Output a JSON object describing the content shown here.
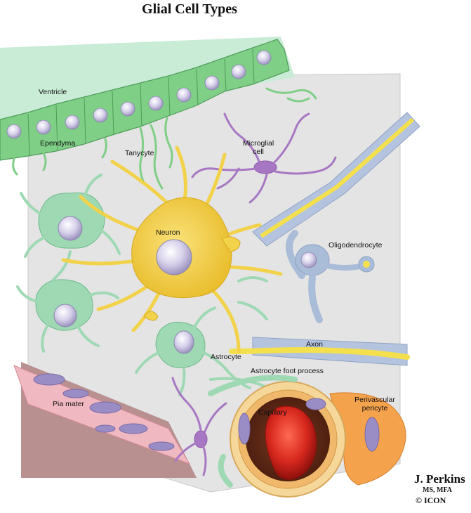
{
  "title": "Glial Cell Types",
  "labels": {
    "ventricle": "Ventricle",
    "ependyma": "Ependyma",
    "tanycyte": "Tanycyte",
    "microglial_line1": "Microglial",
    "microglial_line2": "cell",
    "neuron": "Neuron",
    "oligodendrocyte": "Oligodendrocyte",
    "axon": "Axon",
    "astrocyte": "Astrocyte",
    "astrocyte_foot": "Astrocyte foot process",
    "pia_mater": "Pia mater",
    "capillary": "Capillary",
    "pericyte_line1": "Perivascular",
    "pericyte_line2": "pericyte"
  },
  "credit": {
    "name": "J. Perkins",
    "degrees": "MS, MFA",
    "mark": "© ICON"
  },
  "colors": {
    "background_block": "#e4e4e4",
    "ventricle": "#c8ecd6",
    "ependyma": "#7fcf86",
    "astrocyte": "#9fd9b4",
    "neuron": "#f2d24a",
    "microglia": "#a777c4",
    "oligodendrocyte": "#a9bcd8",
    "axon": "#f4e04c",
    "pia_mater": "#f0b8c0",
    "capillary_wall": "#f4a24c",
    "red_blood_cell": "#d8281e",
    "nucleus": "#d8d2ea"
  }
}
